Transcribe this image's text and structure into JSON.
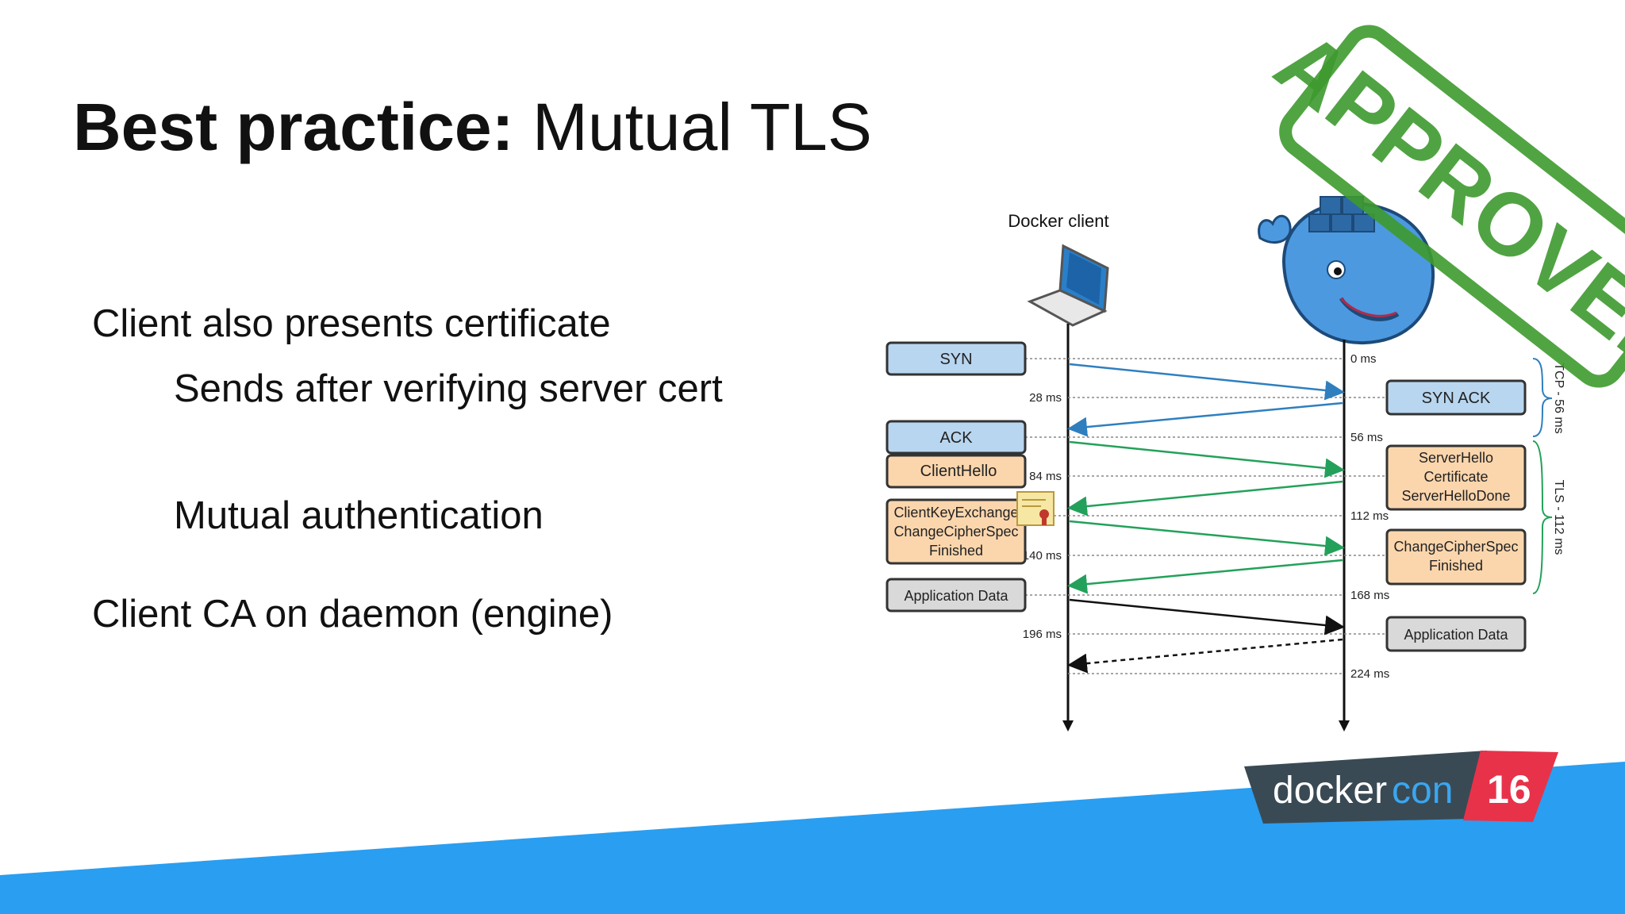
{
  "slide": {
    "title_bold": "Best practice:",
    "title_rest": " Mutual TLS",
    "bullets": [
      "Client also presents certificate",
      "Sends after verifying server cert",
      "Mutual authentication",
      "Client CA on daemon (engine)"
    ]
  },
  "diagram": {
    "client_label": "Docker client",
    "client_boxes": {
      "syn": "SYN",
      "ack": "ACK",
      "client_hello": "ClientHello",
      "key_exchange_1": "ClientKeyExchange",
      "key_exchange_2": "ChangeCipherSpec",
      "key_exchange_3": "Finished",
      "app_data": "Application Data"
    },
    "server_boxes": {
      "syn_ack": "SYN ACK",
      "server_hello_1": "ServerHello",
      "server_hello_2": "Certificate",
      "server_hello_3": "ServerHelloDone",
      "change_cipher_1": "ChangeCipherSpec",
      "change_cipher_2": "Finished",
      "app_data": "Application Data"
    },
    "times_left": [
      "28 ms",
      "84 ms",
      "140 ms",
      "196 ms"
    ],
    "times_right": [
      "0 ms",
      "56 ms",
      "112 ms",
      "168 ms",
      "224 ms"
    ],
    "brace_tcp": "TCP - 56 ms",
    "brace_tls": "TLS - 112 ms",
    "colors": {
      "blue_box": "#b8d6ef",
      "orange_box": "#fbd6ad",
      "gray_box": "#d9d9d9",
      "blue_arrow": "#2f7fbf",
      "green_arrow": "#23a15a",
      "black_arrow": "#111111",
      "stamp": "#3e9a2e",
      "footer_blue": "#2a9ef0"
    }
  },
  "stamp": {
    "text": "APPROVED"
  },
  "brand": {
    "name_a": "docker",
    "name_b": "con",
    "year": "16"
  }
}
